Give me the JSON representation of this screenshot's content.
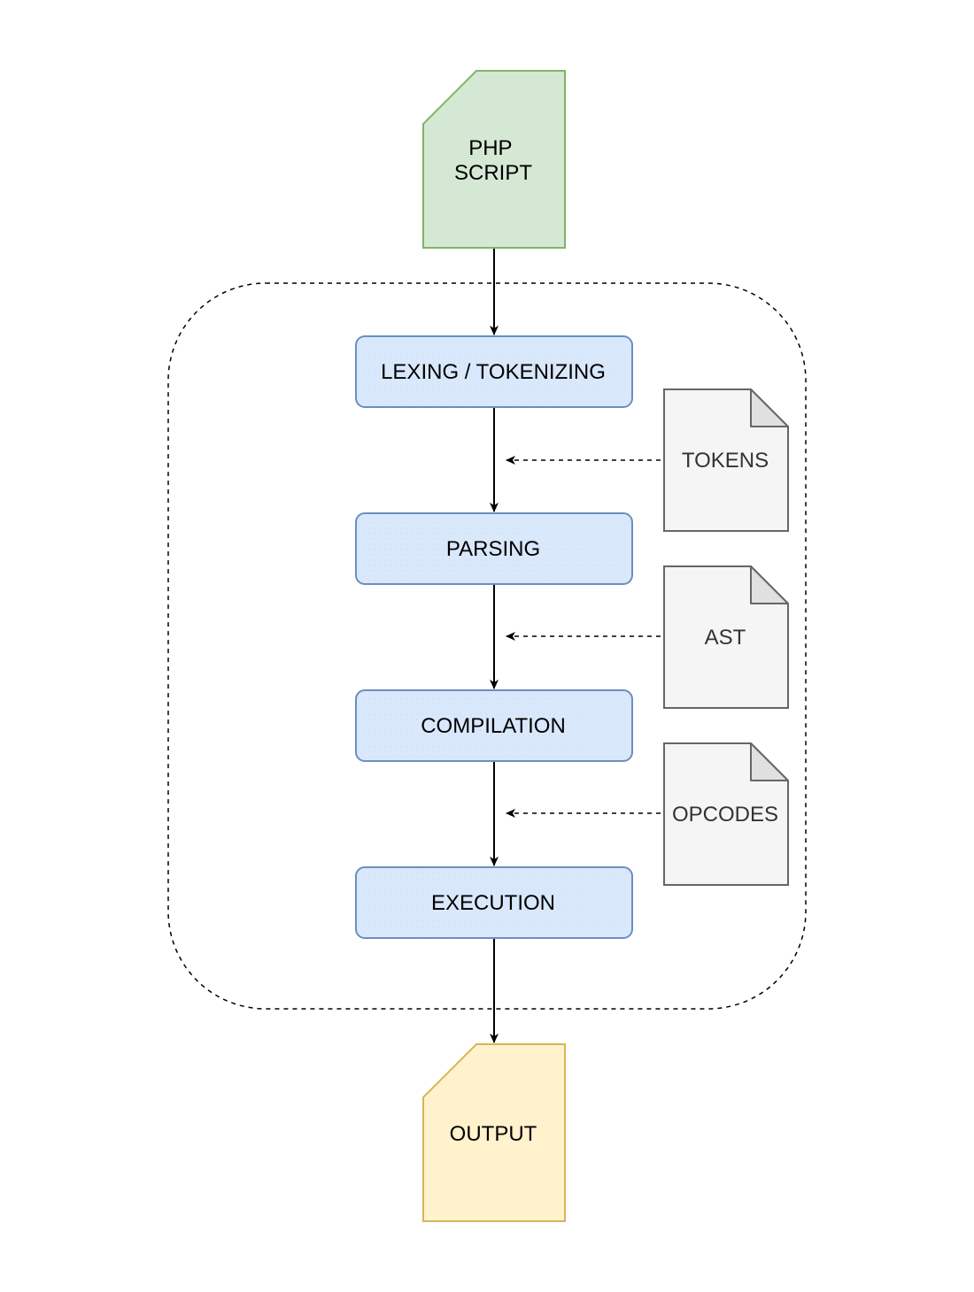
{
  "diagram": {
    "input": {
      "line1": "PHP",
      "line2": "SCRIPT"
    },
    "stages": [
      {
        "label": "LEXING / TOKENIZING"
      },
      {
        "label": "PARSING"
      },
      {
        "label": "COMPILATION"
      },
      {
        "label": "EXECUTION"
      }
    ],
    "artifacts": [
      {
        "label": "TOKENS"
      },
      {
        "label": "AST"
      },
      {
        "label": "OPCODES"
      }
    ],
    "output": {
      "label": "OUTPUT"
    }
  },
  "colors": {
    "input_fill": "#d5e8d4",
    "input_stroke": "#82b366",
    "stage_fill": "#dae8fc",
    "stage_stroke": "#6c8ebf",
    "artifact_fill": "#f5f5f5",
    "artifact_stroke": "#666666",
    "output_fill": "#fff2cc",
    "output_stroke": "#d6b656",
    "line": "#000000",
    "text": "#000000",
    "artifact_text": "#333333"
  }
}
